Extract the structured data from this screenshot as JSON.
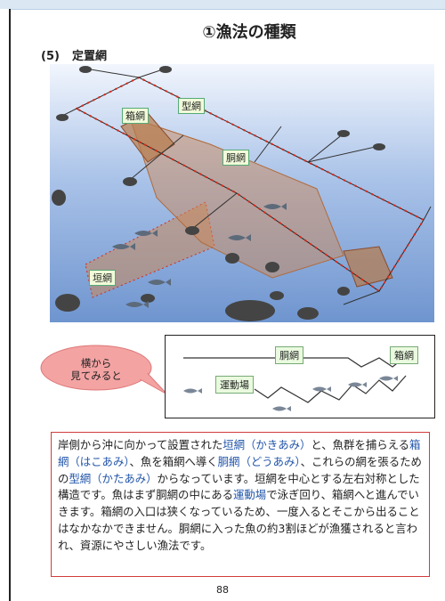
{
  "page": {
    "title": "①漁法の種類",
    "section_number": "(5)",
    "section_title": "定置網",
    "page_number": "88"
  },
  "diagram": {
    "labels": {
      "hakoami": "箱網",
      "kataami": "型網",
      "douami": "胴網",
      "kakiami": "垣網"
    }
  },
  "callout": {
    "line1": "横から",
    "line2": "見てみると"
  },
  "side_view": {
    "labels": {
      "douami": "胴網",
      "hakoami": "箱網",
      "undoujou": "運動場"
    }
  },
  "description": {
    "s1": "岸側から沖に向かって設置された",
    "k1": "垣網（かきあみ）",
    "s2": "と、魚群を捕らえる",
    "k2": "箱網（はこあみ）",
    "s3": "、魚を箱網へ導く",
    "k3": "胴網（どうあみ）",
    "s4": "、これらの網を張るための",
    "k4": "型網（かたあみ）",
    "s5": "からなっています。垣網を中心とする左右対称とした構造です。魚はまず胴網の中にある",
    "k5": "運動場",
    "s6": "で泳ぎ回り、箱網へと進んでいきます。箱網の入口は狭くなっているため、一度入るとそこから出ることはなかなかできません。胴網に入った魚の約3割ほどが漁獲されると言われ、資源にやさしい漁法です。"
  },
  "colors": {
    "ocean": "#7fa3d8",
    "net_frame": "#d62a1a",
    "net_panel": "#c9885a",
    "label_bg": "#f1fbd9",
    "callout_fill": "#f4a3a3",
    "text_highlight": "#2255aa"
  }
}
